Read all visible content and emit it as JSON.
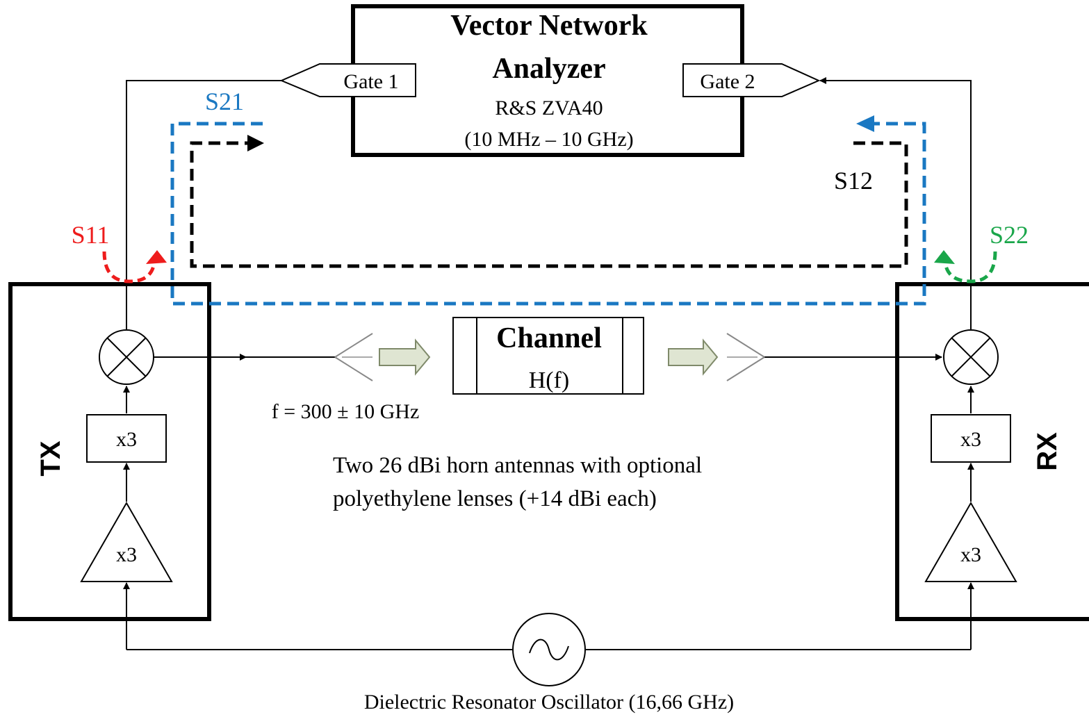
{
  "vna": {
    "title_line1": "Vector Network",
    "title_line2": "Analyzer",
    "model": "R&S ZVA40",
    "range": "(10 MHz – 10 GHz)",
    "gate1": "Gate 1",
    "gate2": "Gate 2"
  },
  "sparams": {
    "s11": "S11",
    "s21": "S21",
    "s12": "S12",
    "s22": "S22"
  },
  "tx": {
    "label": "TX",
    "multiplier": "x3",
    "amplifier": "x3"
  },
  "rx": {
    "label": "RX",
    "multiplier": "x3",
    "amplifier": "x3"
  },
  "channel": {
    "title": "Channel",
    "transfer": "H(f)"
  },
  "frequency": "f = 300 ± 10 GHz",
  "antenna_note": {
    "line1": "Two 26 dBi horn antennas with optional",
    "line2": "polyethylene lenses (+14 dBi each)"
  },
  "oscillator": "Dielectric Resonator Oscillator (16,66 GHz)",
  "colors": {
    "s11": "#ee1c1c",
    "s21": "#1a78c2",
    "s12": "#000000",
    "s22": "#1aa64a",
    "arrow_fill": "#dfe5d2"
  }
}
